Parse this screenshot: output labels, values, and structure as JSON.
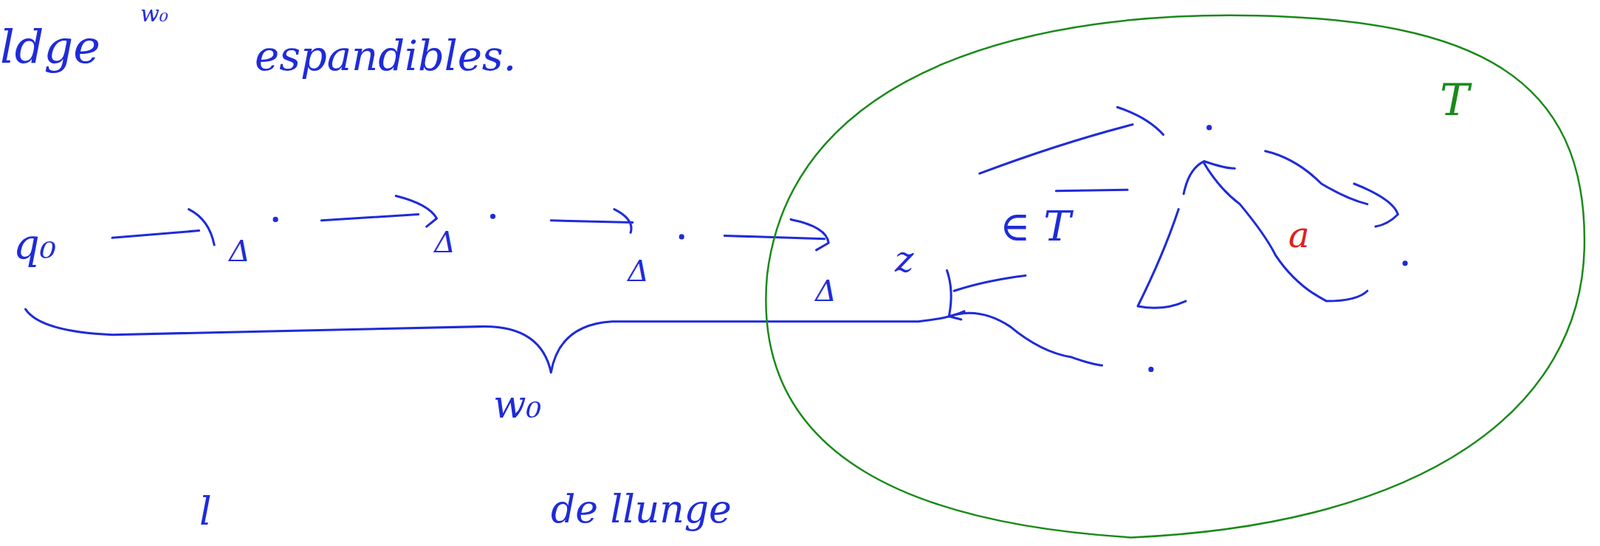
{
  "diagram": {
    "nodes": [
      {
        "text": [
          "T"
        ]
      }
    ],
    "labels": [
      "ldge",
      "w₀",
      "espandibles.",
      "q₀",
      "Δ",
      "Δ",
      "Δ",
      "Δ",
      "z",
      "∈ T",
      "a",
      "w₀",
      "l",
      "de llunge"
    ]
  }
}
